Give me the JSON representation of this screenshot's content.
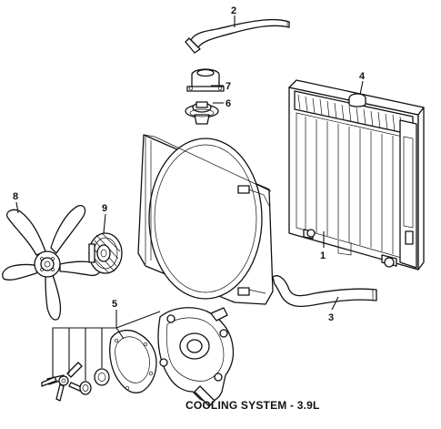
{
  "diagram": {
    "caption": "COOLING SYSTEM - 3.9L",
    "callouts": [
      {
        "id": "1",
        "label": "1"
      },
      {
        "id": "2",
        "label": "2"
      },
      {
        "id": "3",
        "label": "3"
      },
      {
        "id": "4",
        "label": "4"
      },
      {
        "id": "5",
        "label": "5"
      },
      {
        "id": "6",
        "label": "6"
      },
      {
        "id": "7",
        "label": "7"
      },
      {
        "id": "8",
        "label": "8"
      },
      {
        "id": "9",
        "label": "9"
      }
    ]
  }
}
